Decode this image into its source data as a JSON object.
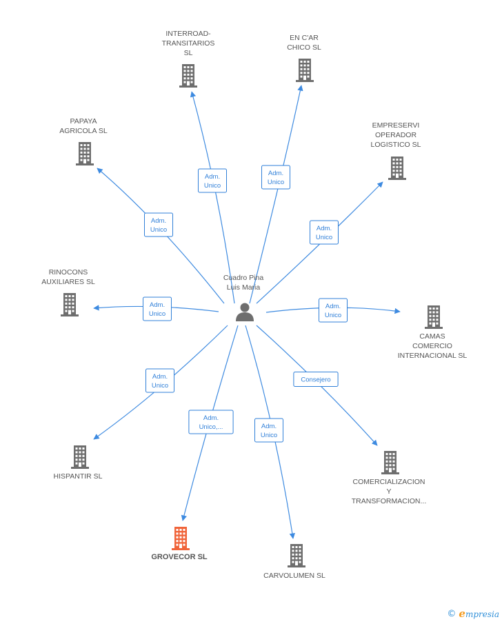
{
  "colors": {
    "edge": "#3d8ae0",
    "role": "#2f7fd8",
    "building": "#6e6e6e",
    "building_highlight": "#f0643a",
    "label": "#555555"
  },
  "center": {
    "id": "person",
    "lines": [
      "Cuadro Pina",
      "Luis Maria"
    ],
    "icon": "person-icon"
  },
  "companies": [
    {
      "id": "interroad",
      "lines": [
        "INTERROAD-",
        "TRANSITARIOS",
        "SL"
      ],
      "highlight": false
    },
    {
      "id": "encar",
      "lines": [
        "EN C'AR",
        "CHICO SL"
      ],
      "highlight": false
    },
    {
      "id": "papaya",
      "lines": [
        "PAPAYA",
        "AGRICOLA SL"
      ],
      "highlight": false
    },
    {
      "id": "empreservi",
      "lines": [
        "EMPRESERVI",
        "OPERADOR",
        "LOGISTICO SL"
      ],
      "highlight": false
    },
    {
      "id": "rinocons",
      "lines": [
        "RINOCONS",
        "AUXILIARES SL"
      ],
      "highlight": false
    },
    {
      "id": "camas",
      "lines": [
        "CAMAS",
        "COMERCIO",
        "INTERNACIONAL SL"
      ],
      "highlight": false
    },
    {
      "id": "hispantir",
      "lines": [
        "HISPANTIR SL"
      ],
      "highlight": false
    },
    {
      "id": "comercializacion",
      "lines": [
        "COMERCIALIZACION",
        "Y",
        "TRANSFORMACION..."
      ],
      "highlight": false
    },
    {
      "id": "grovecor",
      "lines": [
        "GROVECOR SL"
      ],
      "highlight": true
    },
    {
      "id": "carvolumen",
      "lines": [
        "CARVOLUMEN SL"
      ],
      "highlight": false
    }
  ],
  "edges": [
    {
      "to": "interroad",
      "role": [
        "Adm.",
        "Unico"
      ]
    },
    {
      "to": "encar",
      "role": [
        "Adm.",
        "Unico"
      ]
    },
    {
      "to": "papaya",
      "role": [
        "Adm.",
        "Unico"
      ]
    },
    {
      "to": "empreservi",
      "role": [
        "Adm.",
        "Unico"
      ]
    },
    {
      "to": "rinocons",
      "role": [
        "Adm.",
        "Unico"
      ]
    },
    {
      "to": "camas",
      "role": [
        "Adm.",
        "Unico"
      ]
    },
    {
      "to": "hispantir",
      "role": [
        "Adm.",
        "Unico"
      ]
    },
    {
      "to": "comercializacion",
      "role": [
        "Consejero"
      ]
    },
    {
      "to": "grovecor",
      "role": [
        "Adm.",
        "Unico,..."
      ]
    },
    {
      "to": "carvolumen",
      "role": [
        "Adm.",
        "Unico"
      ]
    }
  ],
  "footer": {
    "copyright": "©",
    "brand_initial": "e",
    "brand_rest": "mpresia"
  }
}
